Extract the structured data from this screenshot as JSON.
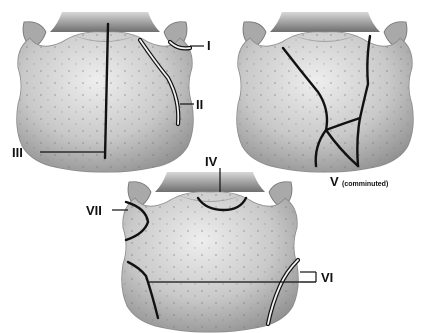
{
  "figure": {
    "labels": {
      "I": "I",
      "II": "II",
      "III": "III",
      "IV": "IV",
      "V": "V",
      "V_note": "(comminuted)",
      "VI": "VI",
      "VII": "VII"
    },
    "colors": {
      "bone_light": "#e4e4e4",
      "bone_mid": "#b9b9b9",
      "bone_dark": "#7d7d7d",
      "fracture_line": "#111111",
      "background": "#ffffff"
    }
  }
}
